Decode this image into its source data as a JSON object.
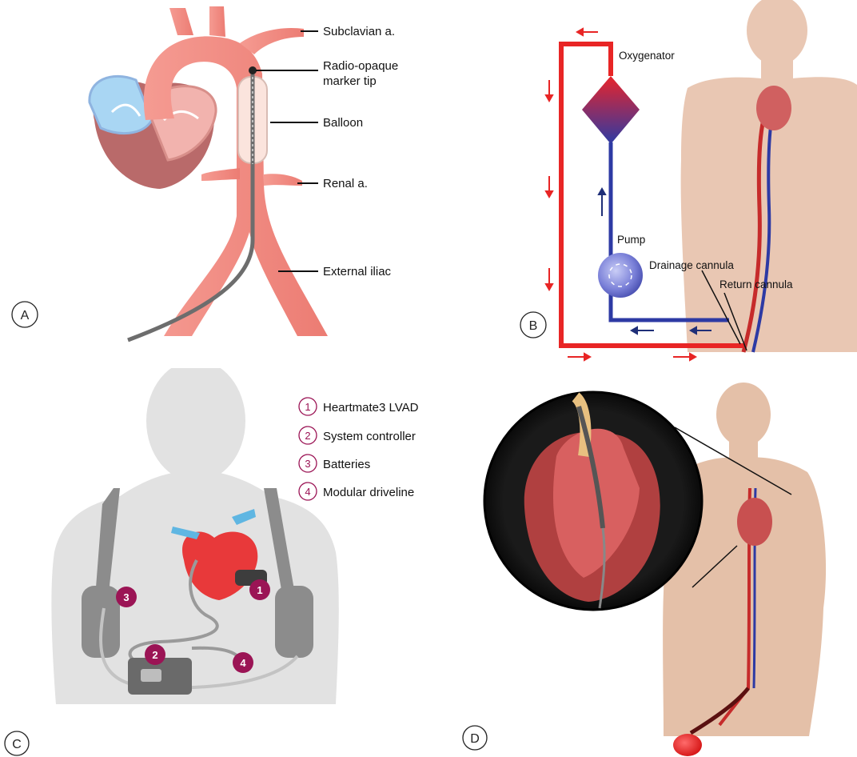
{
  "panels": {
    "a": {
      "letter": "A",
      "labels": {
        "subclavian": "Subclavian a.",
        "marker_line1": "Radio-opaque",
        "marker_line2": "marker tip",
        "balloon": "Balloon",
        "renal": "Renal a.",
        "iliac": "External iliac"
      }
    },
    "b": {
      "letter": "B",
      "labels": {
        "oxygenator": "Oxygenator",
        "pump": "Pump",
        "drainage": "Drainage cannula",
        "return": "Return cannula"
      }
    },
    "c": {
      "letter": "C",
      "legend": [
        {
          "num": "1",
          "text": "Heartmate3 LVAD"
        },
        {
          "num": "2",
          "text": "System controller"
        },
        {
          "num": "3",
          "text": "Batteries"
        },
        {
          "num": "4",
          "text": "Modular driveline"
        }
      ],
      "markers": {
        "m1": "1",
        "m2": "2",
        "m3": "3",
        "m4": "4"
      }
    },
    "d": {
      "letter": "D"
    }
  },
  "colors": {
    "artery": "#f08a82",
    "artery_dark": "#e2675e",
    "vein_blue": "#2e3d9e",
    "circuit_red": "#e82525",
    "skin": "#e9c7b3",
    "silhouette": "#e2e2e2",
    "badge": "#9b1455"
  }
}
